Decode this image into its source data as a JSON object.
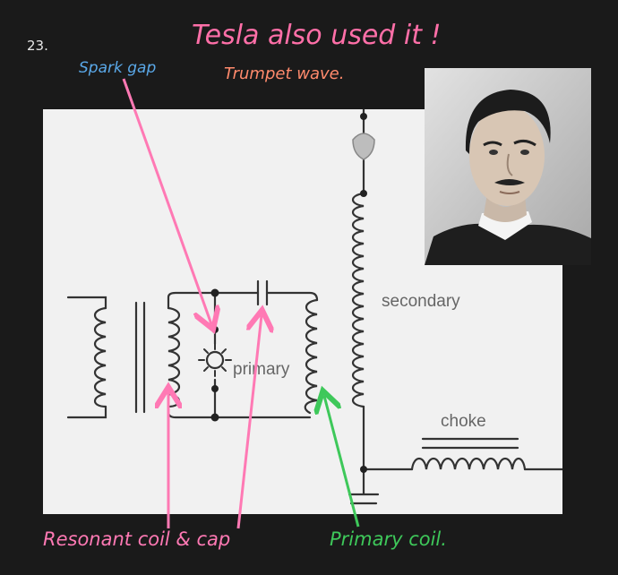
{
  "slide_number": "23.",
  "title": "Tesla also used it !",
  "annotations": {
    "spark_gap": "Spark gap",
    "trumpet_wave": "Trumpet wave.",
    "resonant_coil_cap": "Resonant coil & cap",
    "primary_coil": "Primary coil."
  },
  "diagram": {
    "secondary_label": "secondary",
    "primary_label": "primary",
    "choke_label": "choke"
  },
  "colors": {
    "background": "#1a1a1a",
    "title": "#ff6fa8",
    "spark_gap": "#5aa8e8",
    "trumpet_wave": "#ff8a6c",
    "pink_arrow": "#ff79b4",
    "green_arrow": "#3ec85a",
    "wire": "#333333"
  },
  "photo": {
    "subject": "portrait-photo"
  }
}
